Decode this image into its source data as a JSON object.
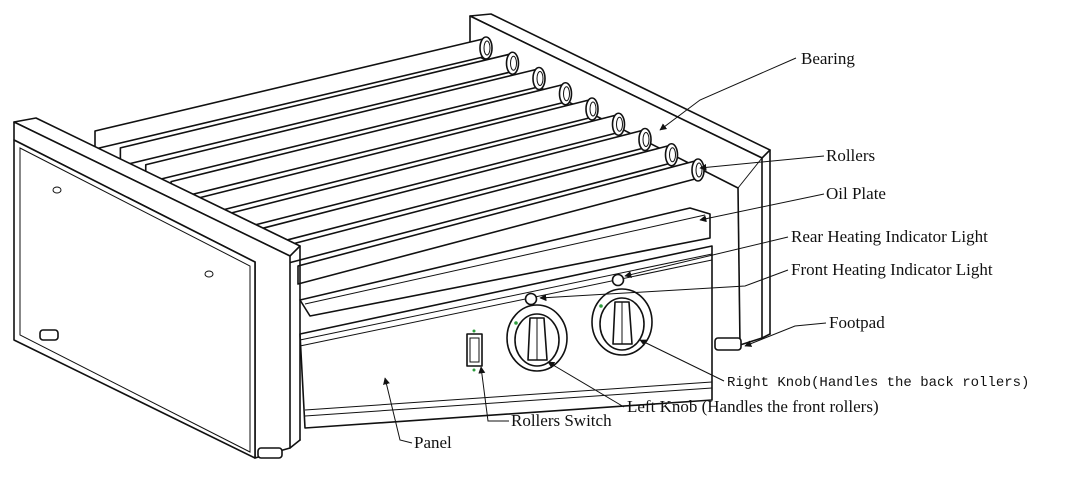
{
  "labels": {
    "bearing": "Bearing",
    "rollers": "Rollers",
    "oil_plate": "Oil Plate",
    "rear_light": "Rear Heating Indicator Light",
    "front_light": "Front Heating Indicator Light",
    "footpad": "Footpad",
    "right_knob": "Right Knob(Handles the back rollers)",
    "left_knob": "Left Knob (Handles the front rollers)",
    "rollers_switch": "Rollers Switch",
    "panel": "Panel"
  },
  "colors": {
    "line": "#111111",
    "indicator": "#2e9e3e"
  },
  "roller_count": 9
}
